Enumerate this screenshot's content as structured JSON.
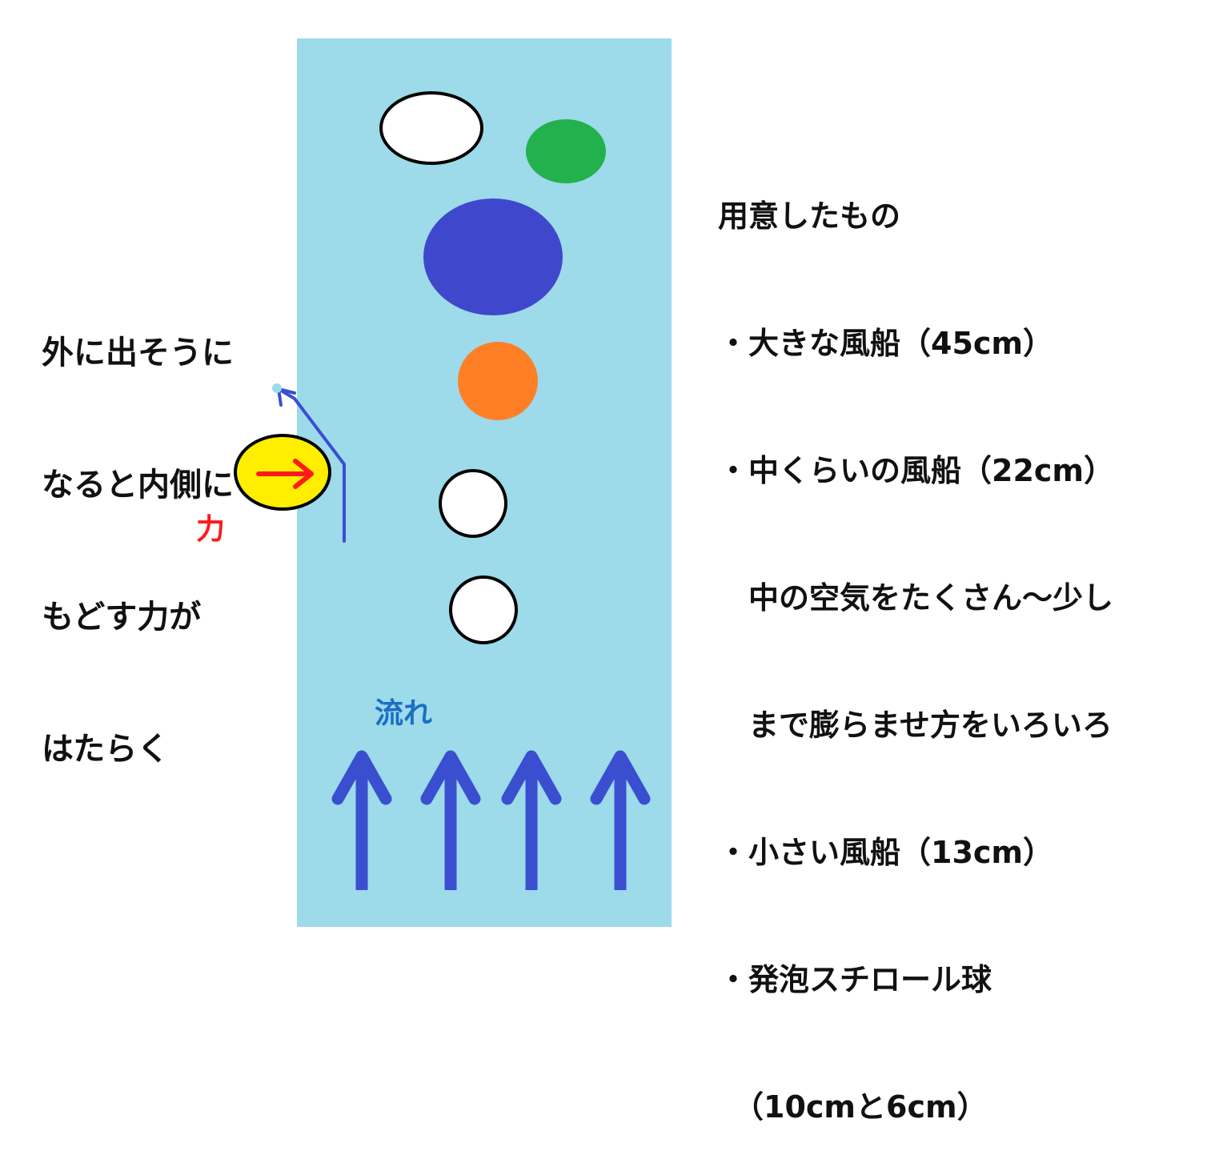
{
  "side_note": {
    "lines": [
      "外に出そうに",
      "なると内側に",
      "もどす力が",
      "はたらく"
    ]
  },
  "force_label": "力",
  "flow_label": "流れ",
  "materials": {
    "title": "用意したもの",
    "lines": [
      "・大きな風船（45cm）",
      "・中くらいの風船（22cm）",
      "　中の空気をたくさん～少し",
      "　まで膨らませ方をいろいろ",
      "・小さい風船（13cm）",
      "・発泡スチロール球",
      "　（10cmと6cm）"
    ]
  },
  "colors": {
    "flow_area": "#9ddaea",
    "flow_arrows": "#3a4fd0",
    "force_arrow": "#ff1a1a",
    "yellow_ball": "#ffee00",
    "green_ball": "#22b14c",
    "blue_ball": "#3f48cc",
    "orange_ball": "#ff7f27",
    "white_ball": "#ffffff"
  }
}
